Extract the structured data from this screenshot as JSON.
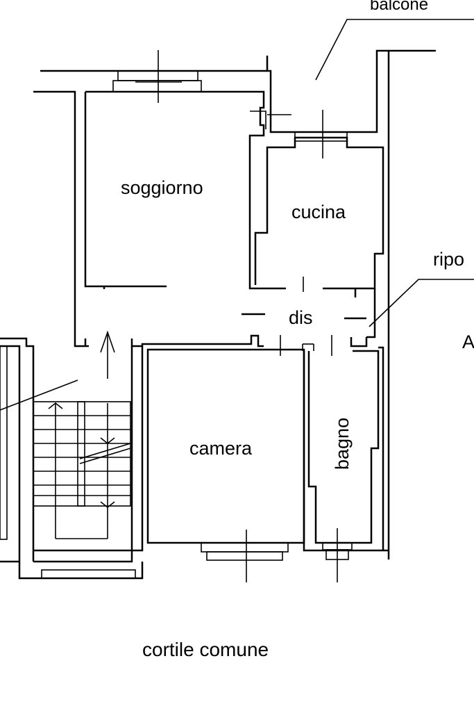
{
  "rooms": {
    "balcone": "balcone",
    "soggiorno": "soggiorno",
    "cucina": "cucina",
    "ripo": "ripo",
    "dis": "dis",
    "camera": "camera",
    "bagno": "bagno"
  },
  "edge_label": "A",
  "courtyard": "cortile comune",
  "colors": {
    "ink": "#000000",
    "paper": "#ffffff"
  }
}
